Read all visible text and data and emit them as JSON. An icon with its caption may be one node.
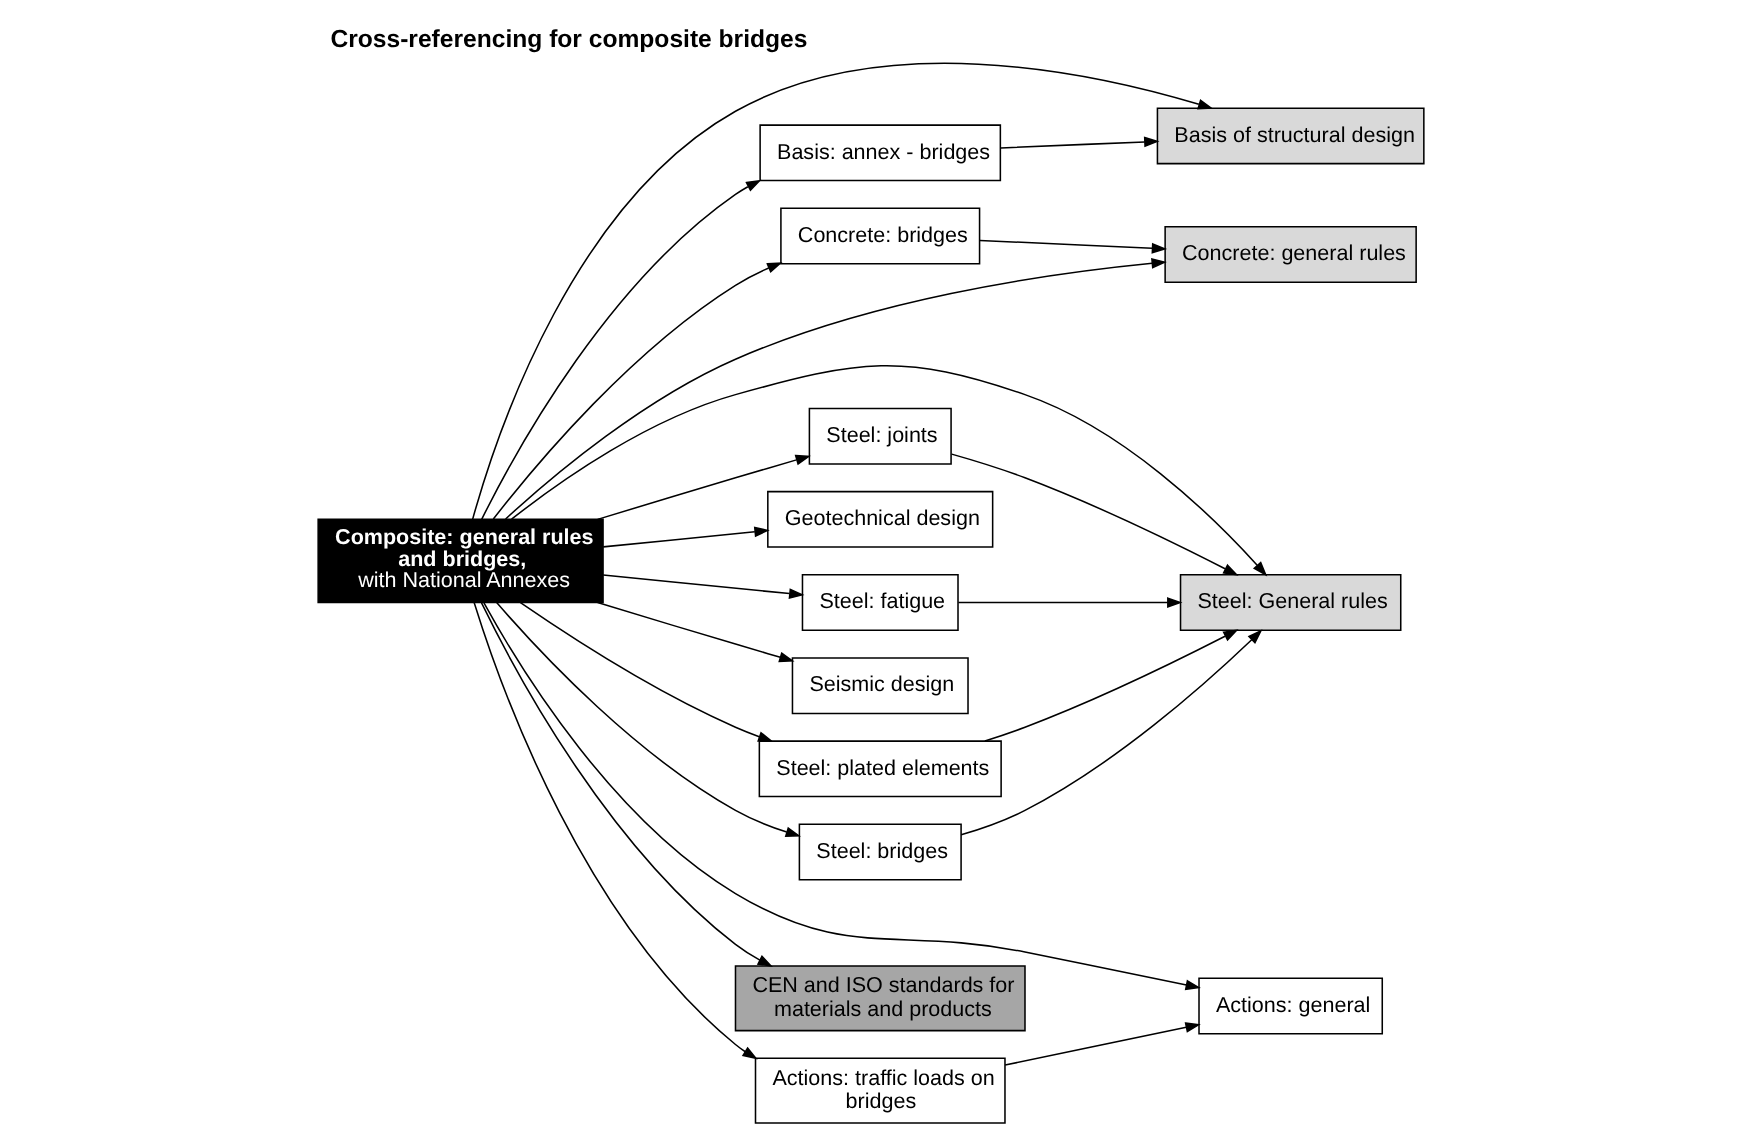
{
  "diagram": {
    "title": "Cross-referencing for composite bridges",
    "nodes": [
      {
        "text": [
          "Basis of structural design"
        ]
      },
      {
        "text": [
          "Basis: annex - bridges"
        ]
      },
      {
        "text": [
          "Concrete: bridges"
        ]
      },
      {
        "text": [
          "Composite: general rules and bridges,",
          "with National Annexes"
        ]
      },
      {
        "text": [
          "Steel: bridges"
        ]
      },
      {
        "text": [
          "Concrete: general rules"
        ]
      },
      {
        "text": [
          "Steel: General rules"
        ]
      },
      {
        "text": [
          "Geotechnical design"
        ]
      },
      {
        "text": [
          "Steel: joints"
        ]
      },
      {
        "text": [
          "Seismic design"
        ]
      },
      {
        "text": [
          "Steel: fatigue"
        ]
      },
      {
        "text": [
          "Actions: traffic loads on bridges"
        ]
      },
      {
        "text": [
          "Actions: general"
        ]
      },
      {
        "text": [
          "CEN and ISO standards for materials and products"
        ]
      },
      {
        "text": [
          "Steel: plated elements"
        ]
      }
    ],
    "edges": [
      {
        "from": 3,
        "to": 1,
        "arrow": "to"
      },
      {
        "from": 1,
        "to": 0,
        "arrow": "to"
      },
      {
        "from": 3,
        "to": 0,
        "arrow": "to"
      },
      {
        "from": 3,
        "to": 2,
        "arrow": "to"
      },
      {
        "from": 2,
        "to": 5,
        "arrow": "to"
      },
      {
        "from": 3,
        "to": 5,
        "arrow": "to"
      },
      {
        "from": 3,
        "to": 4,
        "arrow": "to"
      },
      {
        "from": 4,
        "to": 6,
        "arrow": "to"
      },
      {
        "from": 3,
        "to": 6,
        "arrow": "to"
      },
      {
        "from": 3,
        "to": 7,
        "arrow": "to"
      },
      {
        "from": 3,
        "to": 8,
        "arrow": "to"
      },
      {
        "from": 8,
        "to": 6,
        "arrow": "to"
      },
      {
        "from": 3,
        "to": 9,
        "arrow": "to"
      },
      {
        "from": 3,
        "to": 10,
        "arrow": "to"
      },
      {
        "from": 10,
        "to": 6,
        "arrow": "to"
      },
      {
        "from": 3,
        "to": 11,
        "arrow": "to"
      },
      {
        "from": 11,
        "to": 12,
        "arrow": "to"
      },
      {
        "from": 3,
        "to": 12,
        "arrow": "to"
      },
      {
        "from": 3,
        "to": 13,
        "arrow": "to"
      },
      {
        "from": 3,
        "to": 14,
        "arrow": "to"
      },
      {
        "from": 14,
        "to": 6,
        "arrow": "to"
      }
    ]
  }
}
